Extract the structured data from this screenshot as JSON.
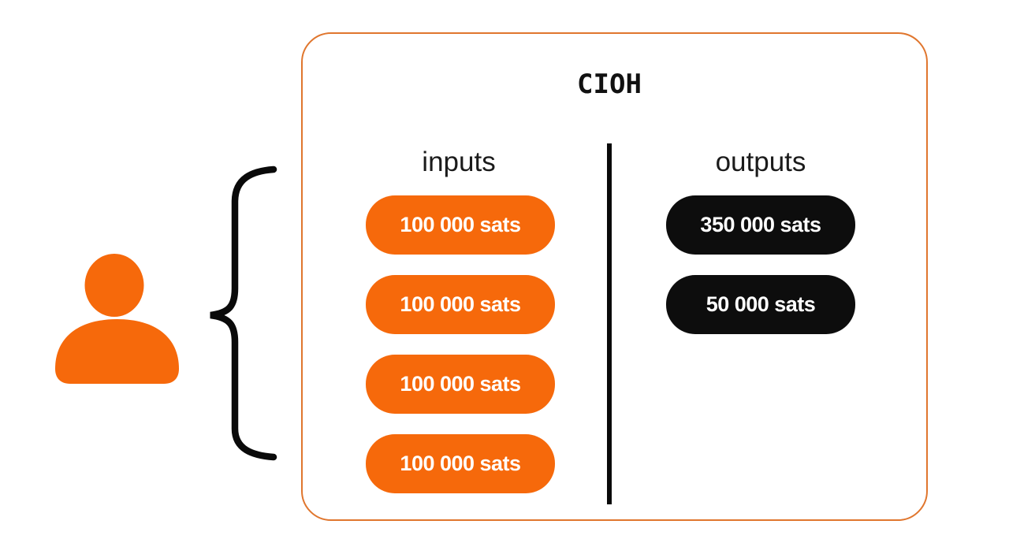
{
  "diagram": {
    "title": "CIOH",
    "inputs": {
      "label": "inputs",
      "items": [
        "100 000 sats",
        "100 000 sats",
        "100 000 sats",
        "100 000 sats"
      ]
    },
    "outputs": {
      "label": "outputs",
      "items": [
        "350 000 sats",
        "50 000 sats"
      ]
    },
    "icons": {
      "person": "person-icon",
      "brace": "left-curly-brace-icon"
    },
    "colors": {
      "input_pill": "#F6690B",
      "output_pill": "#0D0D0D",
      "pill_text": "#FFFFFF",
      "box_border": "#E0762E",
      "person": "#F6690B",
      "line": "#0A0A0A",
      "label_text": "#1B1B1B",
      "title_text": "#111111",
      "page_bg": "#FFFFFF"
    }
  }
}
